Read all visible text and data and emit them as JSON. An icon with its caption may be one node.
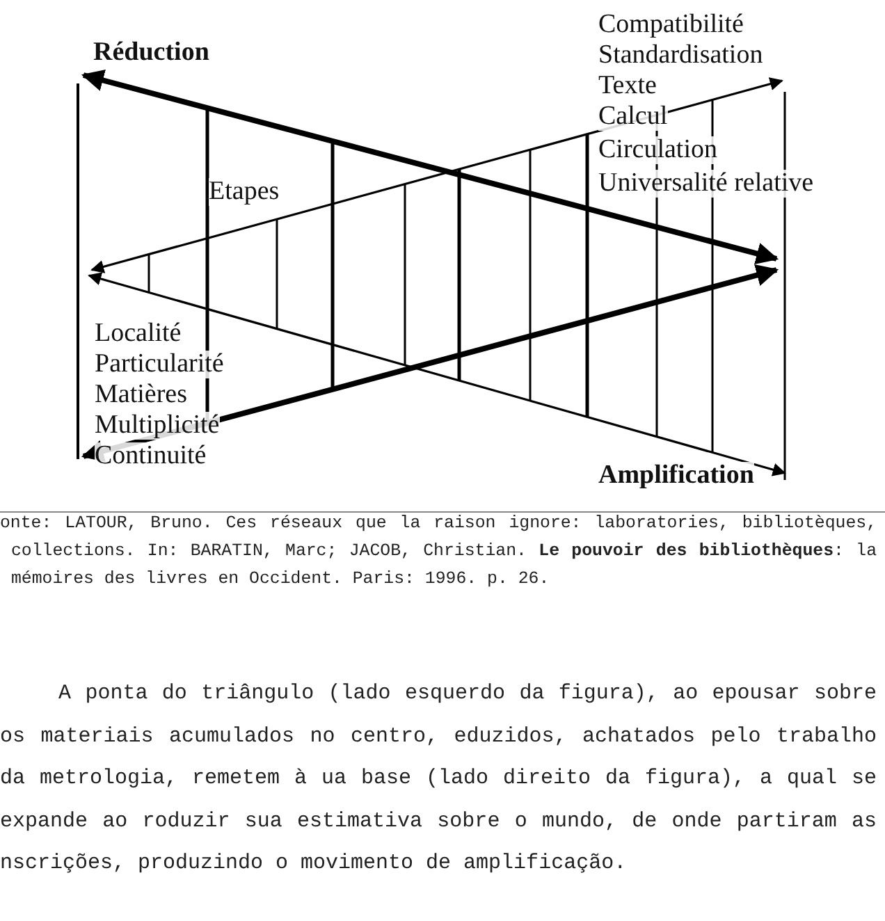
{
  "diagram": {
    "caption": "onte: LATOUR, Bruno. Ces réseaux que la raison ignore: laboratories, bibliotèques, collections. In: BARATIN, Marc; JACOB, Christian. **Le pouvoir des bibliothèques**: la mémoires des livres en Occident. Paris: 1996. p. 26.",
    "labels": [
      "Réduction",
      "Compatibilité",
      "Standardisation",
      "Texte",
      "Calcul",
      "Circulation",
      "Universalité relative",
      "Etapes",
      "Localité",
      "Particularité",
      "Matières",
      "Multiplicité",
      "Continuité",
      "Amplification",
      "A ponta do triângulo (lado esquerdo da figura), ao epousar sobre os materiais acumulados no centro, eduzidos, achatados pelo trabalho da metrologia, remetem à ua base (lado direito da figura), a qual se expande ao roduzir sua estimativa sobre o mundo, de onde partiram as nscrições, produzindo o movimento de amplificação."
    ]
  }
}
